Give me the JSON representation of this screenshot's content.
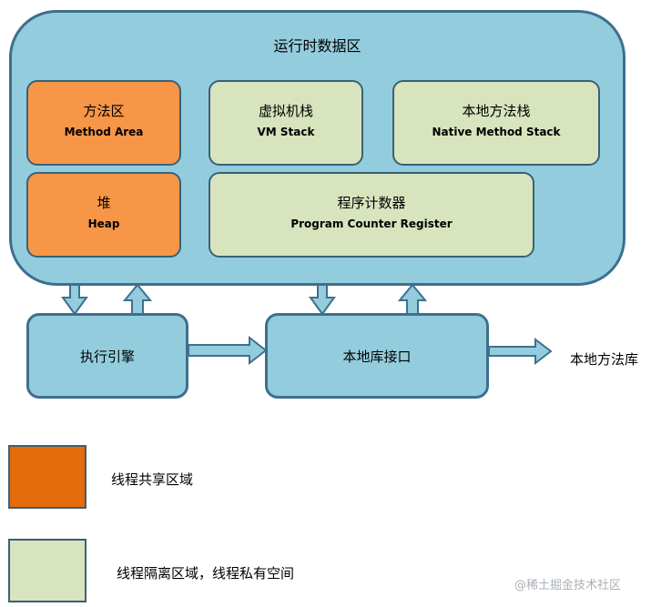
{
  "runtime_area": {
    "title": "运行时数据区",
    "method_area": {
      "zh": "方法区",
      "en": "Method Area"
    },
    "vm_stack": {
      "zh": "虚拟机栈",
      "en": "VM Stack"
    },
    "native_method_stack": {
      "zh": "本地方法栈",
      "en": "Native Method Stack"
    },
    "heap": {
      "zh": "堆",
      "en": "Heap"
    },
    "pc_register": {
      "zh": "程序计数器",
      "en": "Program Counter Register"
    }
  },
  "execution_engine": "执行引擎",
  "native_interface": "本地库接口",
  "native_library": "本地方法库",
  "legend": [
    {
      "label": "线程共享区域",
      "color": "#e46c0a"
    },
    {
      "label": "线程隔离区域，线程私有空间",
      "color": "#d7e4bd"
    }
  ],
  "watermark": "@稀土掘金技术社区",
  "colors": {
    "runtime_fill": "#93cddd",
    "shared_fill": "#f79646",
    "private_fill": "#d7e4bd"
  }
}
